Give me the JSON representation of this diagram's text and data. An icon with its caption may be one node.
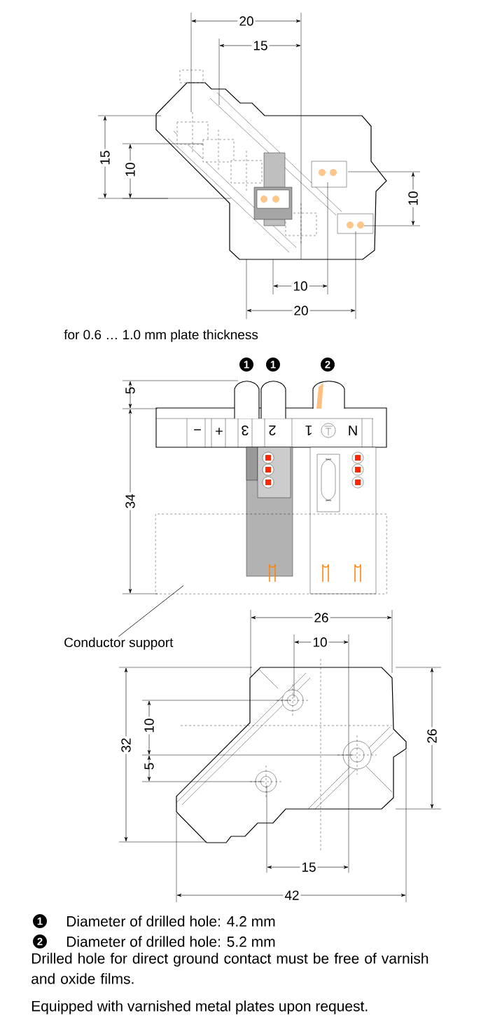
{
  "diagram": {
    "nodes": [
      {
        "text": [
          "Conductor support"
        ]
      },
      {
        "text": [],
        "shape": "box"
      }
    ],
    "edges": [
      {
        "from": 0,
        "to": 1,
        "arrow": "none"
      }
    ],
    "labels": [
      "20",
      "15",
      "15",
      "10",
      "10",
      "10",
      "20",
      "for 0.6 … 1.0 mm plate thickness",
      "1",
      "1",
      "2",
      "5",
      "−",
      "+",
      "3",
      "2",
      "1",
      "N",
      "34",
      "26",
      "10",
      "10",
      "32",
      "5",
      "26",
      "15",
      "42",
      "1",
      "Diameter of drilled hole: 4.2 mm",
      "2",
      "Diameter of drilled hole: 5.2 mm",
      "Drilled hole for direct ground contact must be free of varnish and oxide films.",
      "Equipped with varnished metal plates upon request."
    ]
  }
}
